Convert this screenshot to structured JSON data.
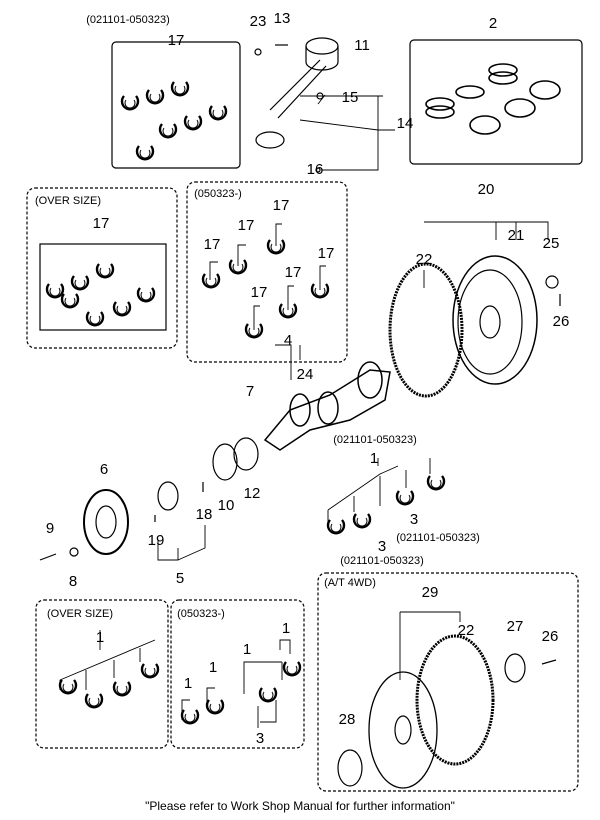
{
  "callouts": [
    "(021101-050323)",
    "17",
    "23",
    "13",
    "11",
    "2",
    "15",
    "14",
    "16",
    "(OVER SIZE)",
    "17",
    "(050323-)",
    "17",
    "17",
    "17",
    "17",
    "17",
    "17",
    "20",
    "21",
    "25",
    "22",
    "26",
    "4",
    "24",
    "7",
    "(021101-050323)",
    "1",
    "6",
    "10",
    "12",
    "18",
    "9",
    "19",
    "8",
    "5",
    "3",
    "(021101-050323)",
    "3",
    "(021101-050323)",
    "(A/T 4WD)",
    "29",
    "22",
    "27",
    "26",
    "(OVER SIZE)",
    "1",
    "(050323-)",
    "1",
    "1",
    "1",
    "1",
    "3",
    "28"
  ],
  "footer": "\"Please refer to Work Shop Manual for further information\""
}
